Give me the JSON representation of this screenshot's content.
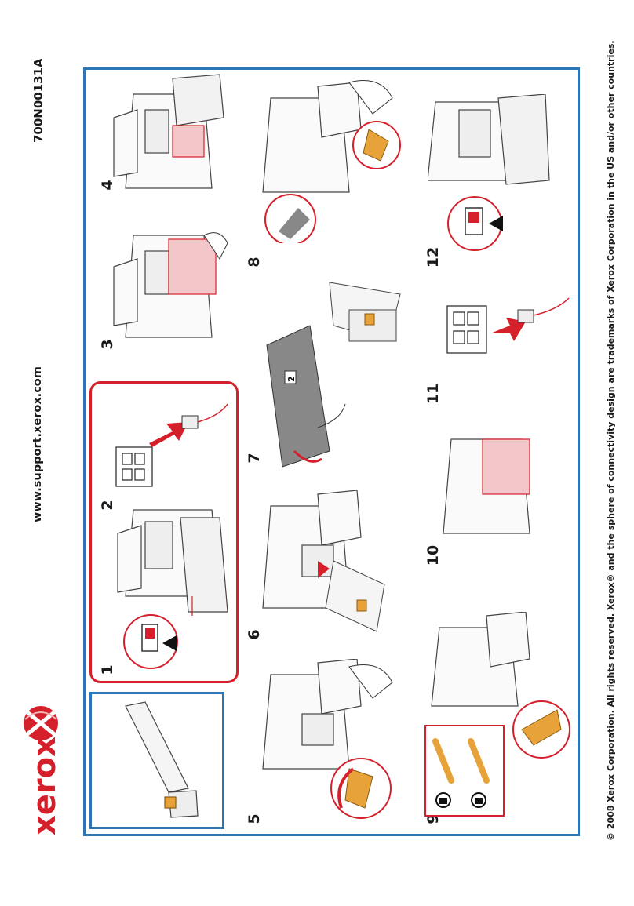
{
  "document": {
    "code": "700N00131A",
    "support_url": "www.support.xerox.com",
    "copyright": "© 2008 Xerox Corporation. All rights reserved. Xerox® and the sphere of connectivity design are trademarks of Xerox Corporation in the US and/or other countries.",
    "brand_name": "xerox",
    "step_sheet_label": "2"
  },
  "steps": [
    "1",
    "2",
    "3",
    "4",
    "5",
    "6",
    "7",
    "8",
    "9",
    "10",
    "11",
    "12"
  ],
  "colors": {
    "frame_blue": "#2e75b6",
    "highlight_red": "#d5202c",
    "part_orange": "#e8a23a"
  },
  "icons": [
    "printer-illustration",
    "power-switch-icon",
    "wall-outlet-icon",
    "power-plug-icon",
    "arrow-icon",
    "hand-icon",
    "paper-sheet-icon",
    "toner-cartridge-icon",
    "lock-icon",
    "unlock-icon"
  ]
}
